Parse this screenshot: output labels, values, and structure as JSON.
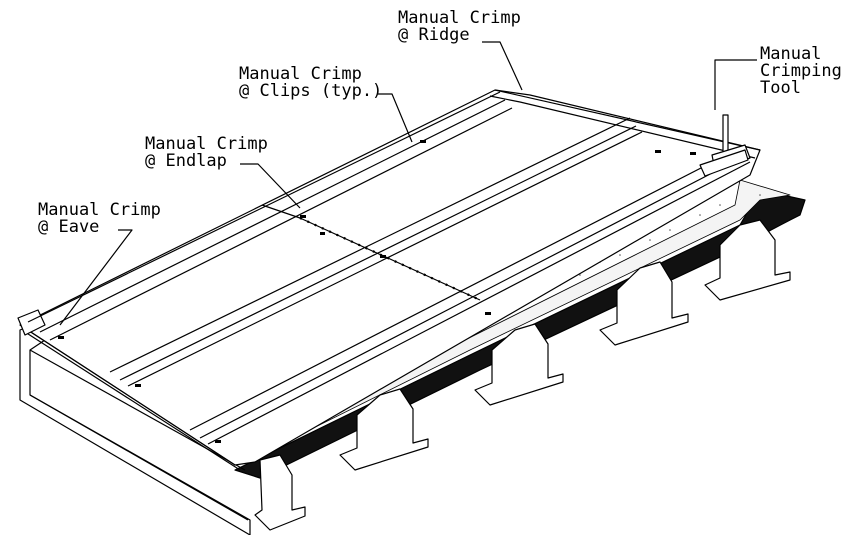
{
  "labels": {
    "ridge": {
      "line1": "Manual Crimp",
      "line2": "@ Ridge"
    },
    "clips": {
      "line1": "Manual Crimp",
      "line2": "@ Clips (typ.)"
    },
    "endlap": {
      "line1": "Manual Crimp",
      "line2": "@ Endlap"
    },
    "eave": {
      "line1": "Manual Crimp",
      "line2": "@ Eave"
    },
    "tool": {
      "line1": "Manual",
      "line2": "Crimping",
      "line3": "Tool"
    }
  },
  "colors": {
    "ink": "#000000",
    "insulation": "#111111",
    "background": "#ffffff"
  }
}
